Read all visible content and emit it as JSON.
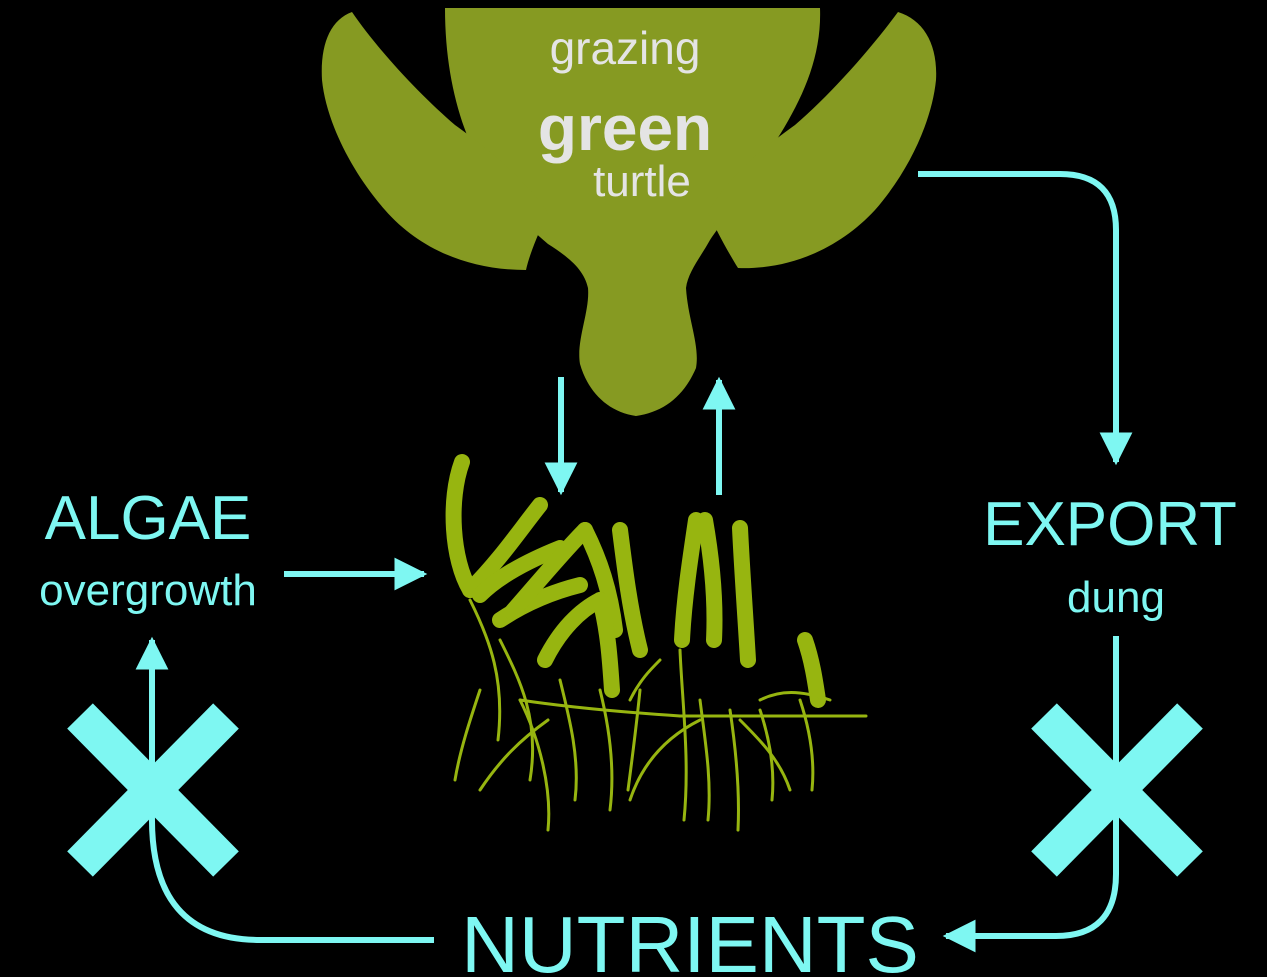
{
  "turtle": {
    "line1": "grazing",
    "line2": "green",
    "line3": "turtle"
  },
  "algae": {
    "title": "ALGAE",
    "subtitle": "overgrowth"
  },
  "export": {
    "title": "EXPORT",
    "subtitle": "dung"
  },
  "nutrients": {
    "title": "NUTRIENTS"
  },
  "colors": {
    "background": "#000000",
    "arrow": "#7ef7f2",
    "turtle": "#869a22",
    "seagrass": "#97b510",
    "turtle_text": "#e4e4e4"
  },
  "icons": {
    "turtle": "turtle-silhouette",
    "seagrass": "seagrass-plant",
    "blocked_left": "x-mark",
    "blocked_right": "x-mark"
  }
}
